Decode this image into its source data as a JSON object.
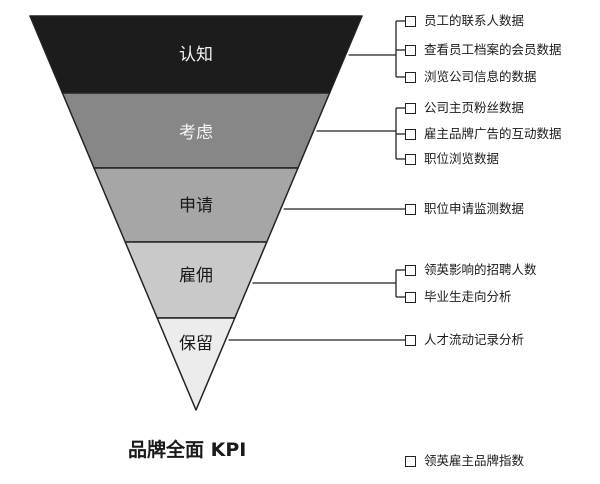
{
  "title": "品牌全面 KPI",
  "stages": [
    {
      "label": "认知",
      "fill": "#1c1c1c",
      "text_color": "#f2f2f2",
      "metrics": [
        "员工的联系人数据",
        "查看员工档案的会员数据",
        "浏览公司信息的数据"
      ]
    },
    {
      "label": "考虑",
      "fill": "#878787",
      "text_color": "#f5f5f5",
      "metrics": [
        "公司主页粉丝数据",
        "雇主品牌广告的互动数据",
        "职位浏览数据"
      ]
    },
    {
      "label": "申请",
      "fill": "#a6a6a6",
      "text_color": "#1a1a1a",
      "metrics": [
        "职位申请监测数据"
      ]
    },
    {
      "label": "雇佣",
      "fill": "#c9c9c9",
      "text_color": "#1a1a1a",
      "metrics": [
        "领英影响的招聘人数",
        "毕业生走向分析"
      ]
    },
    {
      "label": "保留",
      "fill": "#ececec",
      "text_color": "#1a1a1a",
      "metrics": [
        "人才流动记录分析"
      ]
    }
  ],
  "standalone_metric": "领英雇主品牌指数"
}
